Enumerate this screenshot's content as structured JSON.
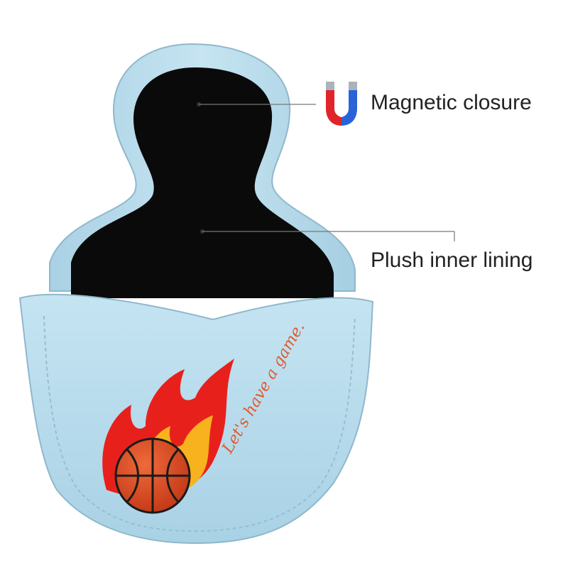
{
  "product": {
    "embroidery_text": "Let's have a game.",
    "shell_color": "#b9dceb",
    "lining_color": "#0a0a0a",
    "ball_color": "#d9461f",
    "flame_colors": [
      "#e8201c",
      "#f7b21d"
    ],
    "text_color": "#e2582b"
  },
  "callouts": [
    {
      "label": "Magnetic closure",
      "icon": "magnet-icon"
    },
    {
      "label": "Plush inner lining"
    }
  ],
  "colors": {
    "leader_line": "#777777",
    "magnet_red": "#e0242b",
    "magnet_blue": "#2a63d8",
    "magnet_gray": "#a9b3bd"
  }
}
